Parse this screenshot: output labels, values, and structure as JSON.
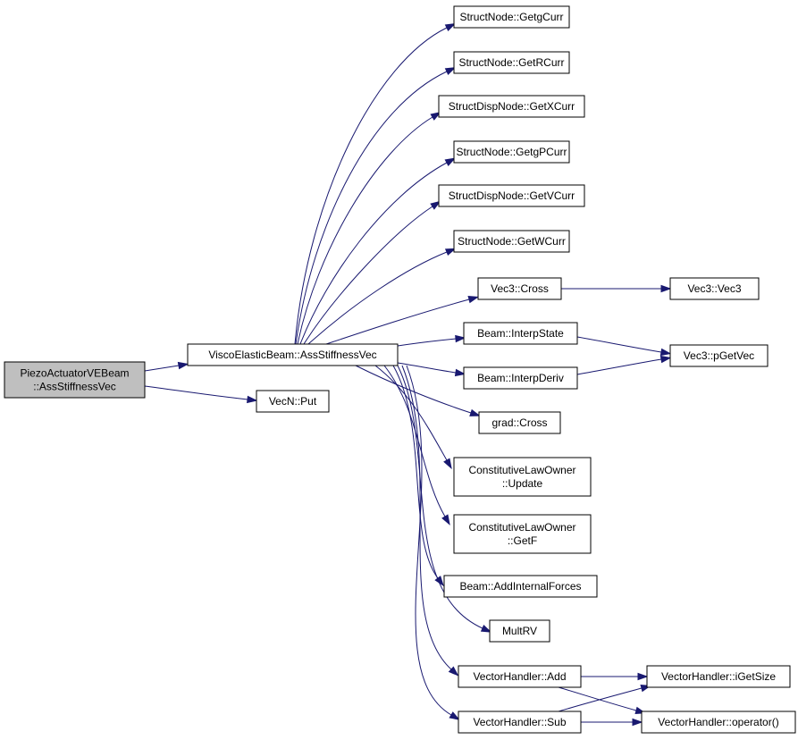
{
  "nodes": {
    "piezo": {
      "lines": [
        "PiezoActuatorVEBeam",
        "::AssStiffnessVec"
      ],
      "highlight": true
    },
    "visco": {
      "lines": [
        "ViscoElasticBeam::AssStiffnessVec"
      ]
    },
    "vecnput": {
      "lines": [
        "VecN::Put"
      ]
    },
    "getgcurr": {
      "lines": [
        "StructNode::GetgCurr"
      ]
    },
    "getrcurr": {
      "lines": [
        "StructNode::GetRCurr"
      ]
    },
    "getxcurr": {
      "lines": [
        "StructDispNode::GetXCurr"
      ]
    },
    "getgpcurr": {
      "lines": [
        "StructNode::GetgPCurr"
      ]
    },
    "getvcurr": {
      "lines": [
        "StructDispNode::GetVCurr"
      ]
    },
    "getwcurr": {
      "lines": [
        "StructNode::GetWCurr"
      ]
    },
    "vec3cross": {
      "lines": [
        "Vec3::Cross"
      ]
    },
    "vec3vec3": {
      "lines": [
        "Vec3::Vec3"
      ]
    },
    "interpstate": {
      "lines": [
        "Beam::InterpState"
      ]
    },
    "pgetvec": {
      "lines": [
        "Vec3::pGetVec"
      ]
    },
    "interpderiv": {
      "lines": [
        "Beam::InterpDeriv"
      ]
    },
    "gradcross": {
      "lines": [
        "grad::Cross"
      ]
    },
    "cloupdate": {
      "lines": [
        "ConstitutiveLawOwner",
        "::Update"
      ]
    },
    "clogetf": {
      "lines": [
        "ConstitutiveLawOwner",
        "::GetF"
      ]
    },
    "addinternal": {
      "lines": [
        "Beam::AddInternalForces"
      ]
    },
    "multrv": {
      "lines": [
        "MultRV"
      ]
    },
    "vhadd": {
      "lines": [
        "VectorHandler::Add"
      ]
    },
    "vhsub": {
      "lines": [
        "VectorHandler::Sub"
      ]
    },
    "vhigetsize": {
      "lines": [
        "VectorHandler::iGetSize"
      ]
    },
    "vhoperator": {
      "lines": [
        "VectorHandler::operator()"
      ]
    }
  },
  "edges": [
    [
      "piezo",
      "visco"
    ],
    [
      "piezo",
      "vecnput"
    ],
    [
      "visco",
      "getgcurr"
    ],
    [
      "visco",
      "getrcurr"
    ],
    [
      "visco",
      "getxcurr"
    ],
    [
      "visco",
      "getgpcurr"
    ],
    [
      "visco",
      "getvcurr"
    ],
    [
      "visco",
      "getwcurr"
    ],
    [
      "visco",
      "vec3cross"
    ],
    [
      "visco",
      "interpstate"
    ],
    [
      "visco",
      "interpderiv"
    ],
    [
      "visco",
      "gradcross"
    ],
    [
      "visco",
      "cloupdate"
    ],
    [
      "visco",
      "clogetf"
    ],
    [
      "visco",
      "addinternal"
    ],
    [
      "visco",
      "multrv"
    ],
    [
      "visco",
      "vhadd"
    ],
    [
      "visco",
      "vhsub"
    ],
    [
      "vec3cross",
      "vec3vec3"
    ],
    [
      "interpstate",
      "pgetvec"
    ],
    [
      "interpderiv",
      "pgetvec"
    ],
    [
      "vhadd",
      "vhigetsize"
    ],
    [
      "vhadd",
      "vhoperator"
    ],
    [
      "vhsub",
      "vhigetsize"
    ],
    [
      "vhsub",
      "vhoperator"
    ]
  ],
  "colors": {
    "edge": "#191970",
    "node_fill": "#ffffff",
    "highlight_fill": "#bfbfbf",
    "node_border": "#000000"
  }
}
